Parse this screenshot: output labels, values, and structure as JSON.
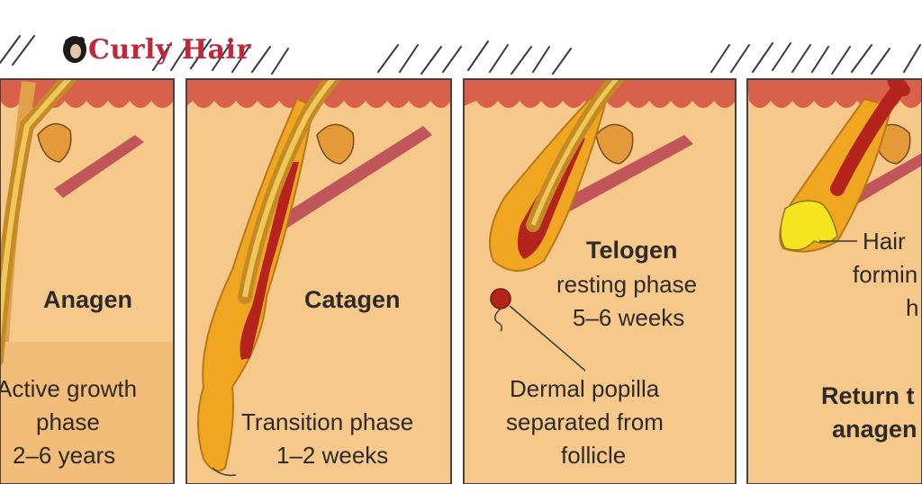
{
  "logo": {
    "text": "Curly Hair",
    "icon": "curly-hair-head-icon",
    "color": "#c0283a"
  },
  "colors": {
    "skin": "#f6c98a",
    "epidermis": "#d9604a",
    "hair": "#d4a23a",
    "bulb": "#f1a622",
    "bulb_dark": "#b4241c",
    "label": "#2e2a2a"
  },
  "panels": [
    {
      "title": "Anagen",
      "lines": [
        "Active growth",
        "phase",
        "2–6 years"
      ]
    },
    {
      "title": "Catagen",
      "lines": [
        "Transition phase",
        "1–2 weeks"
      ]
    },
    {
      "title": "Telogen",
      "lines": [
        "resting phase",
        "5–6 weeks"
      ],
      "callout": [
        "Dermal popilla",
        "separated from",
        "follicle"
      ]
    },
    {
      "lines_top": [
        "Hair",
        "formin",
        "h"
      ],
      "return_lines": [
        "Return t",
        "anagen"
      ]
    }
  ]
}
